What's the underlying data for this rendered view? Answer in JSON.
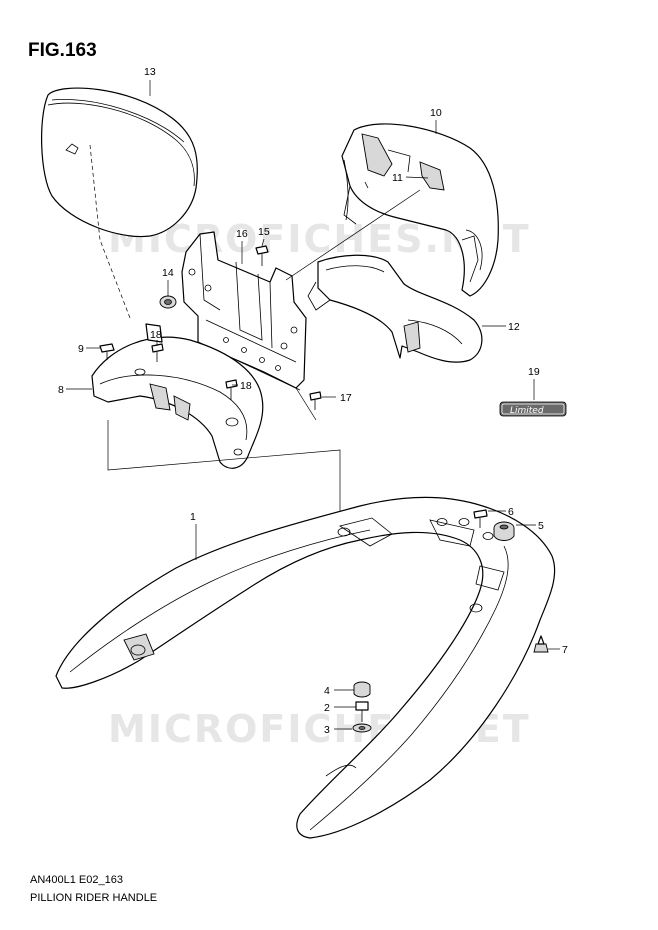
{
  "header": {
    "figure_number": "FIG.163"
  },
  "footer": {
    "model_code": "AN400L1 E02_163",
    "diagram_title": "PILLION RIDER HANDLE"
  },
  "watermark": "MICROFICHES.NET",
  "badge": {
    "emblem_text": "Limited"
  },
  "callouts": {
    "part_1": "1",
    "part_2": "2",
    "part_3": "3",
    "part_4": "4",
    "part_5": "5",
    "part_6": "6",
    "part_7": "7",
    "part_8": "8",
    "part_9": "9",
    "part_10": "10",
    "part_11": "11",
    "part_12": "12",
    "part_13": "13",
    "part_14": "14",
    "part_15": "15",
    "part_16": "16",
    "part_17": "17",
    "part_18a": "18",
    "part_18b": "18",
    "part_19": "19"
  },
  "colors": {
    "line": "#000000",
    "background": "#ffffff",
    "watermark": "#e6e6e6",
    "shade": "#d8d8d8"
  }
}
